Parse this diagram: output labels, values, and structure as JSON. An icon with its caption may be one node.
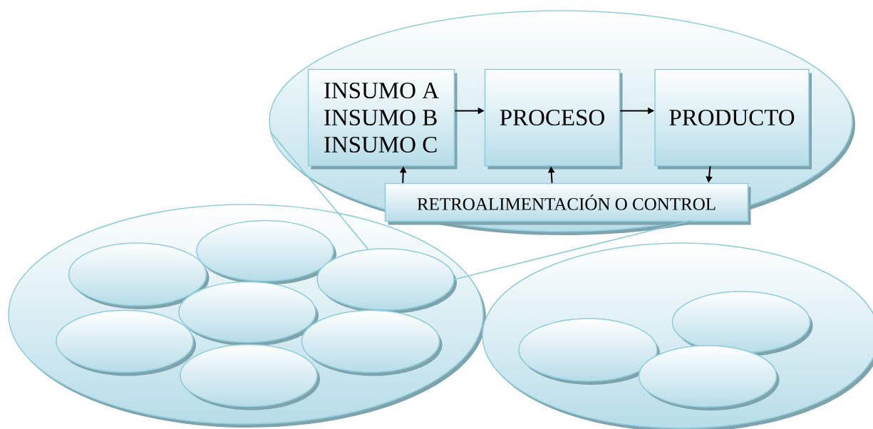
{
  "diagram": {
    "nodes": [
      {
        "text": [],
        "shape": "ellipse"
      },
      {
        "text": [
          "INSUMO A",
          "INSUMO B",
          "INSUMO C"
        ],
        "in": 0
      },
      {
        "text": [
          "PROCESO"
        ],
        "in": 0
      },
      {
        "text": [
          "PRODUCTO"
        ],
        "in": 0
      },
      {
        "text": [
          "RETROALIMENTACIÓN O CONTROL"
        ],
        "in": 0
      },
      {
        "text": [],
        "shape": "ellipse"
      },
      {
        "text": [],
        "shape": "ellipse",
        "in": 5
      },
      {
        "text": [],
        "shape": "ellipse",
        "in": 5
      },
      {
        "text": [],
        "shape": "ellipse",
        "in": 5
      },
      {
        "text": [],
        "shape": "ellipse",
        "in": 5
      },
      {
        "text": [],
        "shape": "ellipse",
        "in": 5
      },
      {
        "text": [],
        "shape": "ellipse",
        "in": 5
      },
      {
        "text": [],
        "shape": "ellipse",
        "in": 5
      },
      {
        "text": [],
        "shape": "ellipse"
      },
      {
        "text": [],
        "shape": "ellipse",
        "in": 13
      },
      {
        "text": [],
        "shape": "ellipse",
        "in": 13
      },
      {
        "text": [],
        "shape": "ellipse",
        "in": 13
      }
    ],
    "edges": [
      {
        "from": 1,
        "to": 2,
        "arrow": "to"
      },
      {
        "from": 2,
        "to": 3,
        "arrow": "to"
      },
      {
        "from": 4,
        "to": 1,
        "arrow": "to"
      },
      {
        "from": 4,
        "to": 2,
        "arrow": "to"
      },
      {
        "from": 3,
        "to": 4,
        "arrow": "to"
      },
      {
        "from": 0,
        "to": 8,
        "arrow": "none",
        "color": "#8ccad8"
      },
      {
        "from": 0,
        "to": 8,
        "arrow": "none",
        "color": "#8ccad8"
      }
    ]
  }
}
